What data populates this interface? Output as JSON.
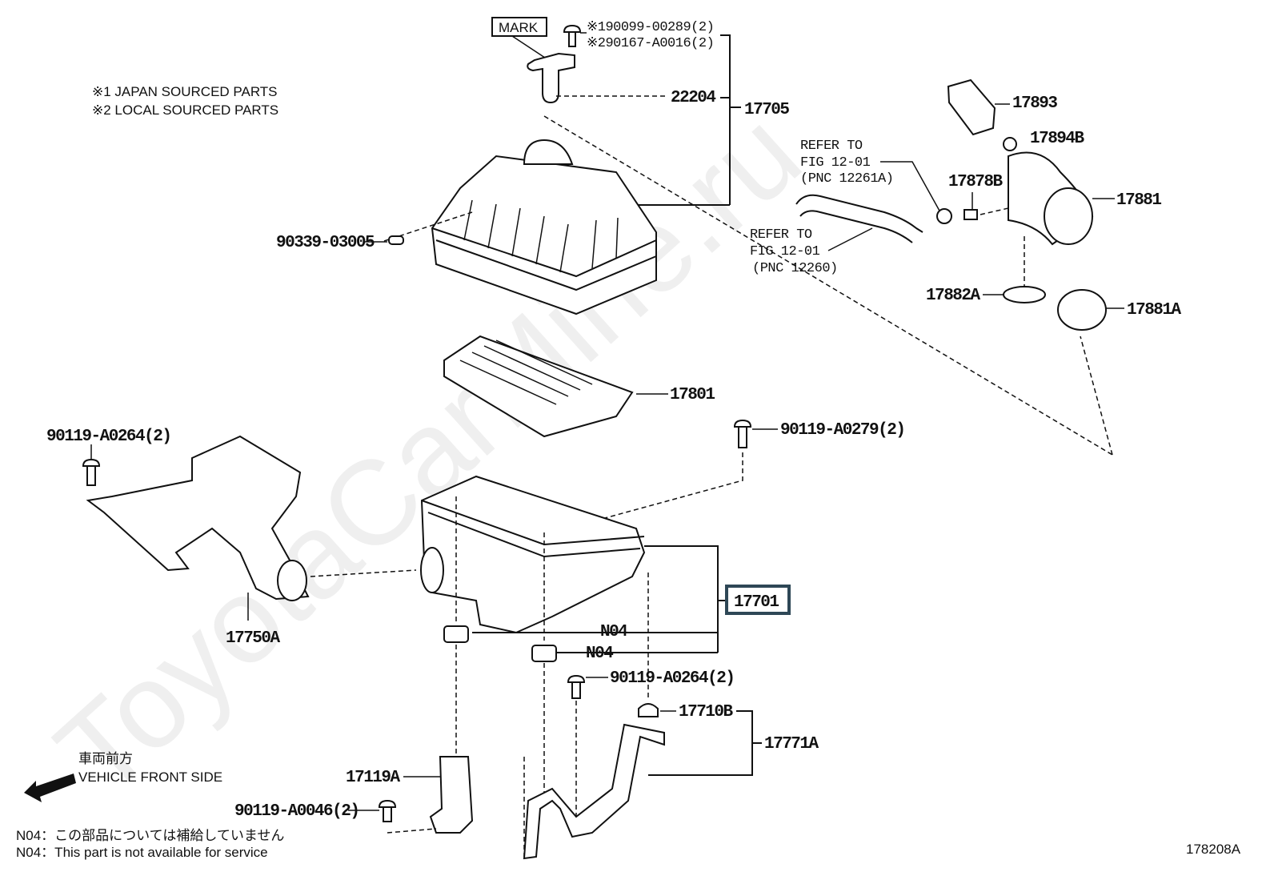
{
  "diagram_id": "178208A",
  "watermark": "ToyotaCarMine.ru",
  "notes": {
    "source1": "※1 JAPAN SOURCED PARTS",
    "source2": "※2 LOCAL SOURCED PARTS",
    "front_jp": "車両前方",
    "front_en": "VEHICLE FRONT SIDE",
    "n04_jp": "N04：この部品については補給していません",
    "n04_en": "N04：This part is not available for service"
  },
  "mark_label": "MARK",
  "colors": {
    "highlight_box": "#2e4756",
    "line": "#111111"
  },
  "parts": {
    "p1": "※190099-00289(2)",
    "p2": "※290167-A0016(2)",
    "p22204": "22204",
    "p17705": "17705",
    "p90339": "90339-03005",
    "refer1": [
      "REFER TO",
      "FIG 12-01",
      "(PNC 12261A)"
    ],
    "refer2": [
      "REFER TO",
      "FIG 12-01",
      "(PNC 12260)"
    ],
    "p17893": "17893",
    "p17894B": "17894B",
    "p17878B": "17878B",
    "p17881": "17881",
    "p17882A": "17882A",
    "p17881A": "17881A",
    "p17801": "17801",
    "p90119a": "90119-A0264(2)",
    "p90119b": "90119-A0279(2)",
    "p17750A": "17750A",
    "p17701": "17701",
    "n04a": "N04",
    "n04b": "N04",
    "p90119c": "90119-A0264(2)",
    "p17710B": "17710B",
    "p17771A": "17771A",
    "p17119A": "17119A",
    "p90119d": "90119-A0046(2)"
  }
}
